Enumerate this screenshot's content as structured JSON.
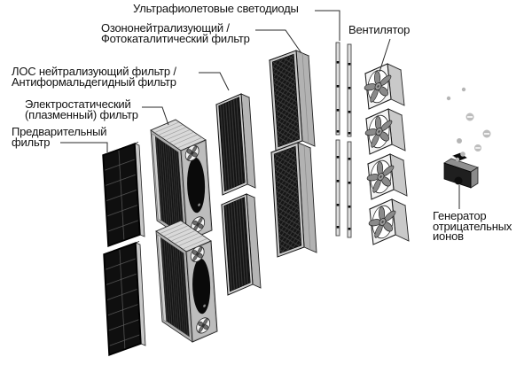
{
  "diagram": {
    "type": "exploded-view-air-purifier",
    "labels": {
      "uv_leds": "Ультрафиолетовые светодиоды",
      "ozone_filter": "Озононейтрализующий /\nФотокаталитический фильтр",
      "voc_filter": "ЛОС нейтрализующий фильтр /\nАнтиформальдегидный фильтр",
      "electrostatic_filter": "Электростатический\n(плазменный) фильтр",
      "pre_filter": "Предварительный\nфильтр",
      "fan": "Вентилятор",
      "ion_generator": "Генератор\nотрицательных\nионов"
    },
    "components": [
      "pre-filter-panels",
      "electrostatic-plasma-filter",
      "voc-anti-formaldehyde-filter",
      "ozone-photocatalytic-filter",
      "uv-led-strips",
      "fan-stack",
      "negative-ion-generator",
      "negative-ion-particles"
    ],
    "colors": {
      "background": "#ffffff",
      "text": "#111111",
      "leader_line": "#2a2a2a",
      "filter_dark": "#141414",
      "frame_light": "#d6d6d6",
      "frame_mid": "#bdbdbd",
      "blade_gray": "#8a8a8a",
      "particle_gray": "#bdbdbd"
    }
  }
}
